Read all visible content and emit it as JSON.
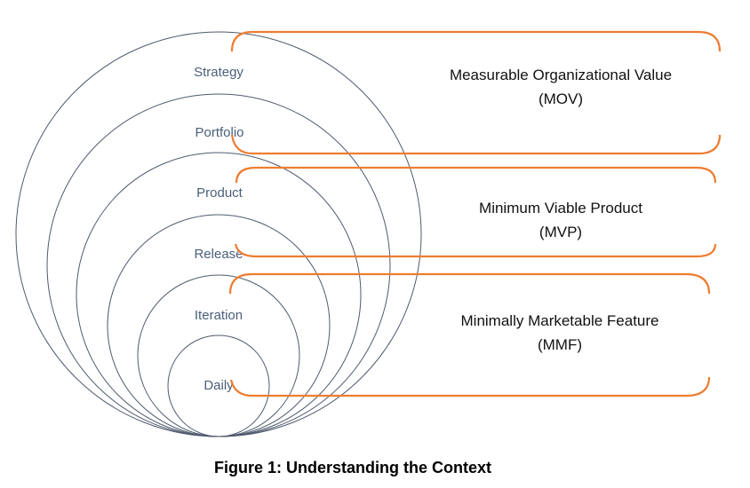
{
  "rings": [
    {
      "label": "Strategy"
    },
    {
      "label": "Portfolio"
    },
    {
      "label": "Product"
    },
    {
      "label": "Release"
    },
    {
      "label": "Iteration"
    },
    {
      "label": "Daily"
    }
  ],
  "brackets": [
    {
      "line1": "Measurable Organizational Value",
      "line2": "(MOV)",
      "spans": [
        "Strategy",
        "Portfolio"
      ]
    },
    {
      "line1": "Minimum Viable Product",
      "line2": "(MVP)",
      "spans": [
        "Product",
        "Release"
      ]
    },
    {
      "line1": "Minimally Marketable Feature",
      "line2": "(MMF)",
      "spans": [
        "Iteration",
        "Daily"
      ]
    }
  ],
  "colors": {
    "ring_stroke": "#4f5b6e",
    "ring_label": "#4a5f7a",
    "bracket": "#ed7d31",
    "text": "#111111"
  },
  "caption": "Figure 1: Understanding the Context"
}
